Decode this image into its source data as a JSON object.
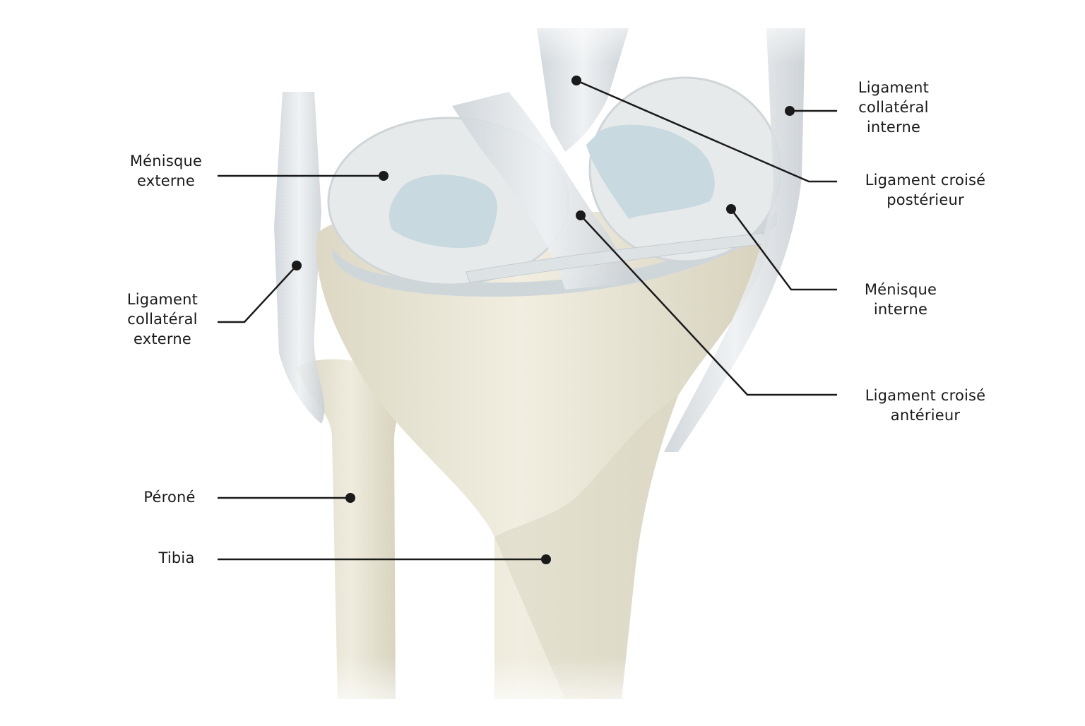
{
  "labels": [
    {
      "id": "menisque-externe",
      "lines": [
        "Ménisque",
        "externe"
      ]
    },
    {
      "id": "ligament-collateral-externe",
      "lines": [
        "Ligament",
        "collatéral",
        "externe"
      ]
    },
    {
      "id": "perone",
      "lines": [
        "Péroné"
      ]
    },
    {
      "id": "tibia",
      "lines": [
        "Tibia"
      ]
    },
    {
      "id": "ligament-collateral-interne",
      "lines": [
        "Ligament",
        "collatéral",
        "interne"
      ]
    },
    {
      "id": "ligament-croise-posterieur",
      "lines": [
        "Ligament croisé",
        "postérieur"
      ]
    },
    {
      "id": "menisque-interne",
      "lines": [
        "Ménisque",
        "interne"
      ]
    },
    {
      "id": "ligament-croise-anterieur",
      "lines": [
        "Ligament croisé",
        "antérieur"
      ]
    }
  ],
  "colors": {
    "bone": "#ece9da",
    "bone_shadow": "#d7d3c0",
    "meniscus": "#e6e9ea",
    "cartilage": "#cfdde3",
    "ligament": "#dfe3e6",
    "leader": "#1a1a1a"
  }
}
